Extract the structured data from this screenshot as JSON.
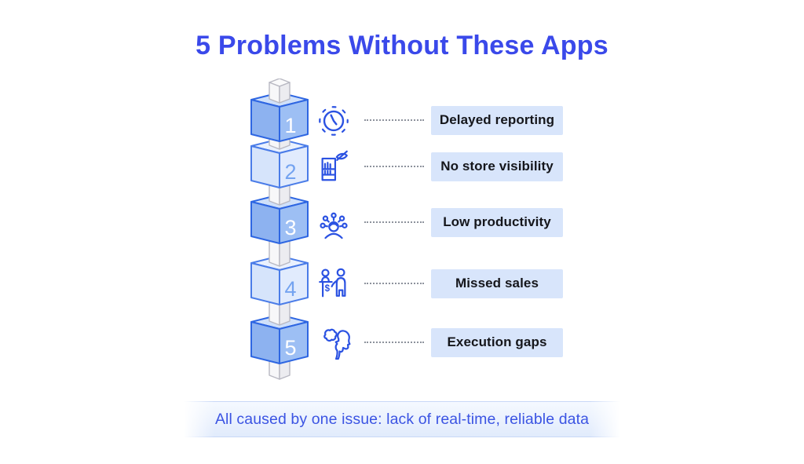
{
  "title": "5 Problems Without These Apps",
  "footer": "All caused by one issue: lack of real-time, reliable data",
  "items": [
    {
      "number": "1",
      "label": "Delayed reporting",
      "icon": "clock"
    },
    {
      "number": "2",
      "label": "No store visibility",
      "icon": "store-hidden"
    },
    {
      "number": "3",
      "label": "Low productivity",
      "icon": "person-burnout"
    },
    {
      "number": "4",
      "label": "Missed sales",
      "icon": "cashier-customer"
    },
    {
      "number": "5",
      "label": "Execution gaps",
      "icon": "fragmented-head"
    }
  ],
  "icon_symbols": {
    "currency": "$"
  },
  "colors": {
    "title": "#3a49ea",
    "icon_stroke": "#2b52e2",
    "label_bg": "#d8e5fb",
    "label_text": "#15161b",
    "dotted_line": "#8d929c",
    "footer_text": "#3b54e3",
    "footer_border": "#c8d8f7",
    "footer_bg_top": "#f5f9ff",
    "footer_bg_bottom": "#e1ebfc",
    "page_bg": "#ffffff",
    "cube_dark_left": "#8db2f0",
    "cube_dark_right": "#9dbff4",
    "cube_dark_top": "#cfe0fa",
    "cube_dark_stroke": "#2e66e2",
    "cube_dark_number": "#ffffff",
    "cube_light_left": "#d6e4fb",
    "cube_light_right": "#e1ebfd",
    "cube_light_top": "#eaf1fe",
    "cube_light_stroke": "#4a7ce8",
    "cube_light_number": "#74a3f0",
    "column_left": "#f7f7f9",
    "column_right": "#ececf0",
    "column_top": "#fafafb",
    "column_stroke": "#b8b8c2"
  }
}
